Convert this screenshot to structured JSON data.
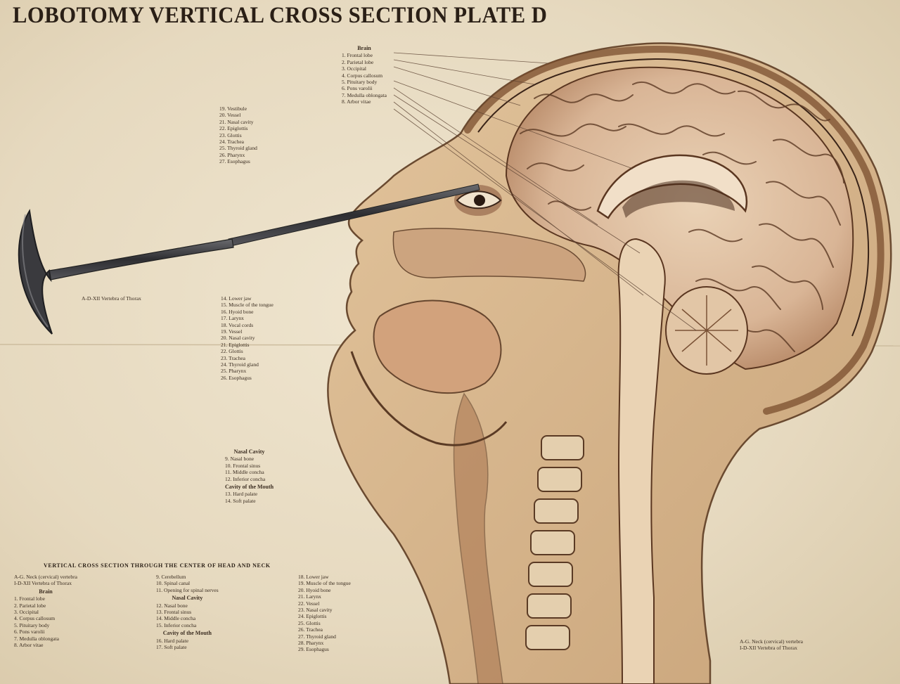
{
  "title": "LOBOTOMY VERTICAL CROSS SECTION PLATE D",
  "legend_brain": {
    "heading": "Brain",
    "items": [
      "1. Frontal lobe",
      "2. Parietal lobe",
      "3. Occipital",
      "4. Corpus callosum",
      "5. Pituitary body",
      "6. Pons varolii",
      "7. Medulla oblongata",
      "8. Arbor vitae"
    ]
  },
  "legend_upper": {
    "items": [
      "19. Vestibule",
      "20. Vessel",
      "21. Nasal cavity",
      "22. Epiglottis",
      "23. Glottis",
      "24. Trachea",
      "25. Thyroid gland",
      "26. Pharynx",
      "27. Esophagus"
    ]
  },
  "legend_middle": {
    "side_label": "A-D-XII Vertebra of Thorax",
    "items": [
      "14. Lower jaw",
      "15. Muscle of the tongue",
      "16. Hyoid bone",
      "17. Larynx",
      "18. Vocal cords",
      "19. Vessel",
      "20. Nasal cavity",
      "21. Epiglottis",
      "22. Glottis",
      "23. Trachea",
      "24. Thyroid gland",
      "25. Pharynx",
      "26. Esophagus"
    ]
  },
  "legend_cavity": {
    "nasal_heading": "Nasal Cavity",
    "nasal_items": [
      "9. Nasal bone",
      "10. Frontal sinus",
      "11. Middle concha",
      "12. Inferior concha"
    ],
    "mouth_heading": "Cavity of the Mouth",
    "mouth_items": [
      "13. Hard palate",
      "14. Soft palate"
    ]
  },
  "bottom_legend": {
    "heading": "VERTICAL CROSS SECTION THROUGH THE CENTER OF HEAD AND NECK",
    "col1_intro": [
      "A-G. Neck (cervical) vertebra",
      "I-D-XII Vertebra of Thorax"
    ],
    "col1_heading": "Brain",
    "col1_items": [
      "1. Frontal lobe",
      "2. Parietal lobe",
      "3. Occipital",
      "4. Corpus callosum",
      "5. Pituitary body",
      "6. Pons varolii",
      "7. Medulla oblongata",
      "8. Arbor vitae"
    ],
    "col2_items": [
      "9. Cerebellum",
      "10. Spinal canal",
      "11. Opening for spinal nerves"
    ],
    "col2_nasal_heading": "Nasal Cavity",
    "col2_nasal_items": [
      "12. Nasal bone",
      "13. Frontal sinus",
      "14. Middle concha",
      "15. Inferior concha"
    ],
    "col2_mouth_heading": "Cavity of the Mouth",
    "col2_mouth_items": [
      "16. Hard palate",
      "17. Soft palate"
    ],
    "col3_items": [
      "18. Lower jaw",
      "19. Muscle of the tongue",
      "20. Hyoid bone",
      "21. Larynx",
      "22. Vessel",
      "23. Nasal cavity",
      "24. Epiglottis",
      "25. Glottis",
      "26. Trachea",
      "27. Thyroid gland",
      "28. Pharynx",
      "29. Esophagus"
    ]
  },
  "corner_note": {
    "items": [
      "A-G. Neck (cervical) vertebra",
      "I-D-XII Vertebra of Thorax"
    ]
  },
  "colors": {
    "ink": "#3a2c20",
    "flesh": "#d9b98e",
    "brain": "#e4c6a8",
    "shadow": "#8a5a3a",
    "steel": "#3a3a3c"
  }
}
